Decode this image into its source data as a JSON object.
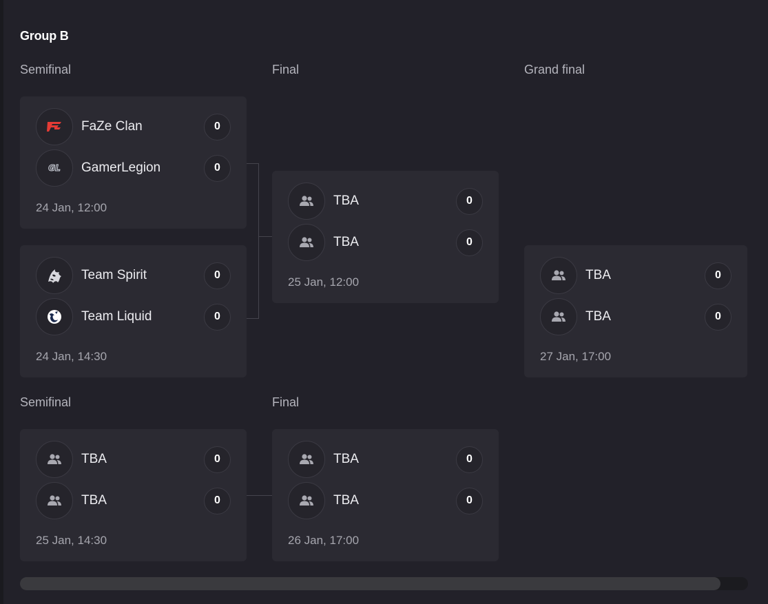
{
  "group": {
    "title": "Group B"
  },
  "rounds": {
    "top_semifinal": "Semifinal",
    "top_final": "Final",
    "grand_final": "Grand final",
    "bottom_semifinal": "Semifinal",
    "bottom_final": "Final"
  },
  "matches": [
    {
      "teams": [
        {
          "name": "FaZe Clan",
          "logo": "faze-logo-icon",
          "score": "0"
        },
        {
          "name": "GamerLegion",
          "logo": "gamerlegion-logo-icon",
          "score": "0"
        }
      ],
      "date": "24 Jan, 12:00"
    },
    {
      "teams": [
        {
          "name": "Team Spirit",
          "logo": "spirit-logo-icon",
          "score": "0"
        },
        {
          "name": "Team Liquid",
          "logo": "liquid-logo-icon",
          "score": "0"
        }
      ],
      "date": "24 Jan, 14:30"
    },
    {
      "teams": [
        {
          "name": "TBA",
          "logo": "users-icon",
          "score": "0"
        },
        {
          "name": "TBA",
          "logo": "users-icon",
          "score": "0"
        }
      ],
      "date": "25 Jan, 12:00"
    },
    {
      "teams": [
        {
          "name": "TBA",
          "logo": "users-icon",
          "score": "0"
        },
        {
          "name": "TBA",
          "logo": "users-icon",
          "score": "0"
        }
      ],
      "date": "27 Jan, 17:00"
    },
    {
      "teams": [
        {
          "name": "TBA",
          "logo": "users-icon",
          "score": "0"
        },
        {
          "name": "TBA",
          "logo": "users-icon",
          "score": "0"
        }
      ],
      "date": "25 Jan, 14:30"
    },
    {
      "teams": [
        {
          "name": "TBA",
          "logo": "users-icon",
          "score": "0"
        },
        {
          "name": "TBA",
          "logo": "users-icon",
          "score": "0"
        }
      ],
      "date": "26 Jan, 17:00"
    }
  ],
  "colors": {
    "background": "#222129",
    "card": "#2b2a32",
    "faze_red": "#e43b35",
    "liquid_blue": "#1b2a4e"
  }
}
